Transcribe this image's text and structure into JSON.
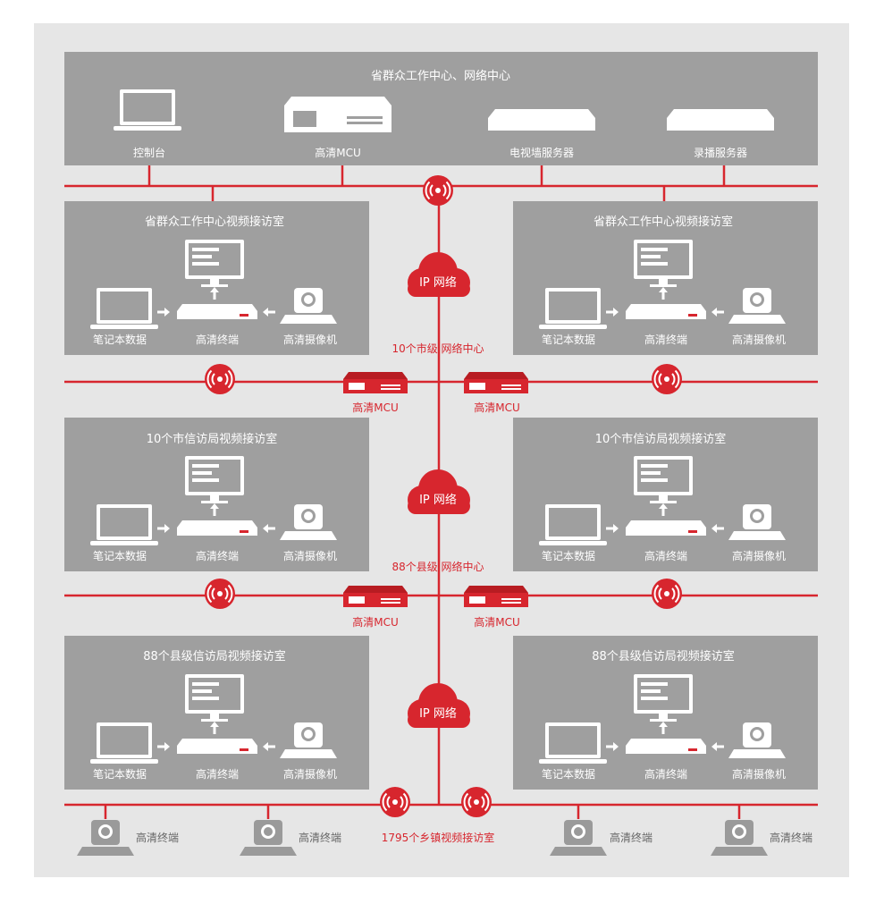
{
  "colors": {
    "background": "#e6e6e6",
    "panel": "#9f9f9f",
    "red": "#d7262e",
    "white": "#ffffff",
    "gray_icon": "#9a9a9a",
    "gray_text": "#666666"
  },
  "top": {
    "title": "省群众工作中心、网络中心",
    "devices": [
      {
        "label": "控制台",
        "icon": "laptop-icon"
      },
      {
        "label": "高清MCU",
        "icon": "mcu-icon"
      },
      {
        "label": "电视墙服务器",
        "icon": "server-icon"
      },
      {
        "label": "录播服务器",
        "icon": "server-icon"
      }
    ]
  },
  "rooms": {
    "row1_title": "省群众工作中心视频接访室",
    "row2_title": "10个市信访局视频接访室",
    "row3_title": "88个县级信访局视频接访室",
    "laptop_label": "笔记本数据",
    "terminal_label": "高清终端",
    "camera_label": "高清摄像机"
  },
  "network": {
    "cloud_label": "IP 网络",
    "city_center": "10个市级  网络中心",
    "county_center": "88个县级  网络中心",
    "mcu_label": "高清MCU"
  },
  "bottom": {
    "terminal_label": "高清终端",
    "town_label": "1795个乡镇视频接访室"
  }
}
